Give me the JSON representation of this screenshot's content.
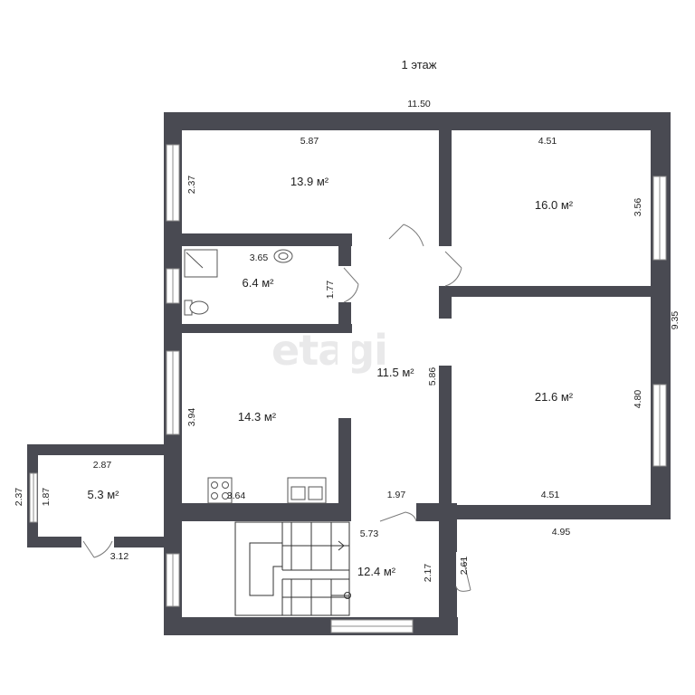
{
  "title": "1 этаж",
  "watermark": "etagi",
  "rooms": [
    {
      "id": "r1",
      "area": "13.9 м²"
    },
    {
      "id": "r2",
      "area": "16.0 м²"
    },
    {
      "id": "r3",
      "area": "6.4 м²"
    },
    {
      "id": "r4",
      "area": "11.5 м²"
    },
    {
      "id": "r5",
      "area": "21.6 м²"
    },
    {
      "id": "r6",
      "area": "14.3 м²"
    },
    {
      "id": "r7",
      "area": "5.3 м²"
    },
    {
      "id": "r8",
      "area": "12.4 м²"
    }
  ],
  "dimensions": {
    "total_width": "11.50",
    "total_height": "9.35",
    "r1_width": "5.87",
    "r1_height": "2.37",
    "r2_width": "4.51",
    "r2_height": "3.56",
    "r3_width": "3.65",
    "r3_height": "1.77",
    "r4_height": "5.86",
    "r4_width": "1.97",
    "r5_height": "4.80",
    "r5_width": "4.51",
    "r6_height": "3.94",
    "r6_width": "3.64",
    "r7_width": "2.87",
    "r7_inner_height": "1.87",
    "r7_outer_height": "2.37",
    "r7_bottom": "3.12",
    "r8_width": "5.73",
    "r8_height": "2.17",
    "r8_outer_height": "2.61",
    "lower_width": "4.95"
  }
}
